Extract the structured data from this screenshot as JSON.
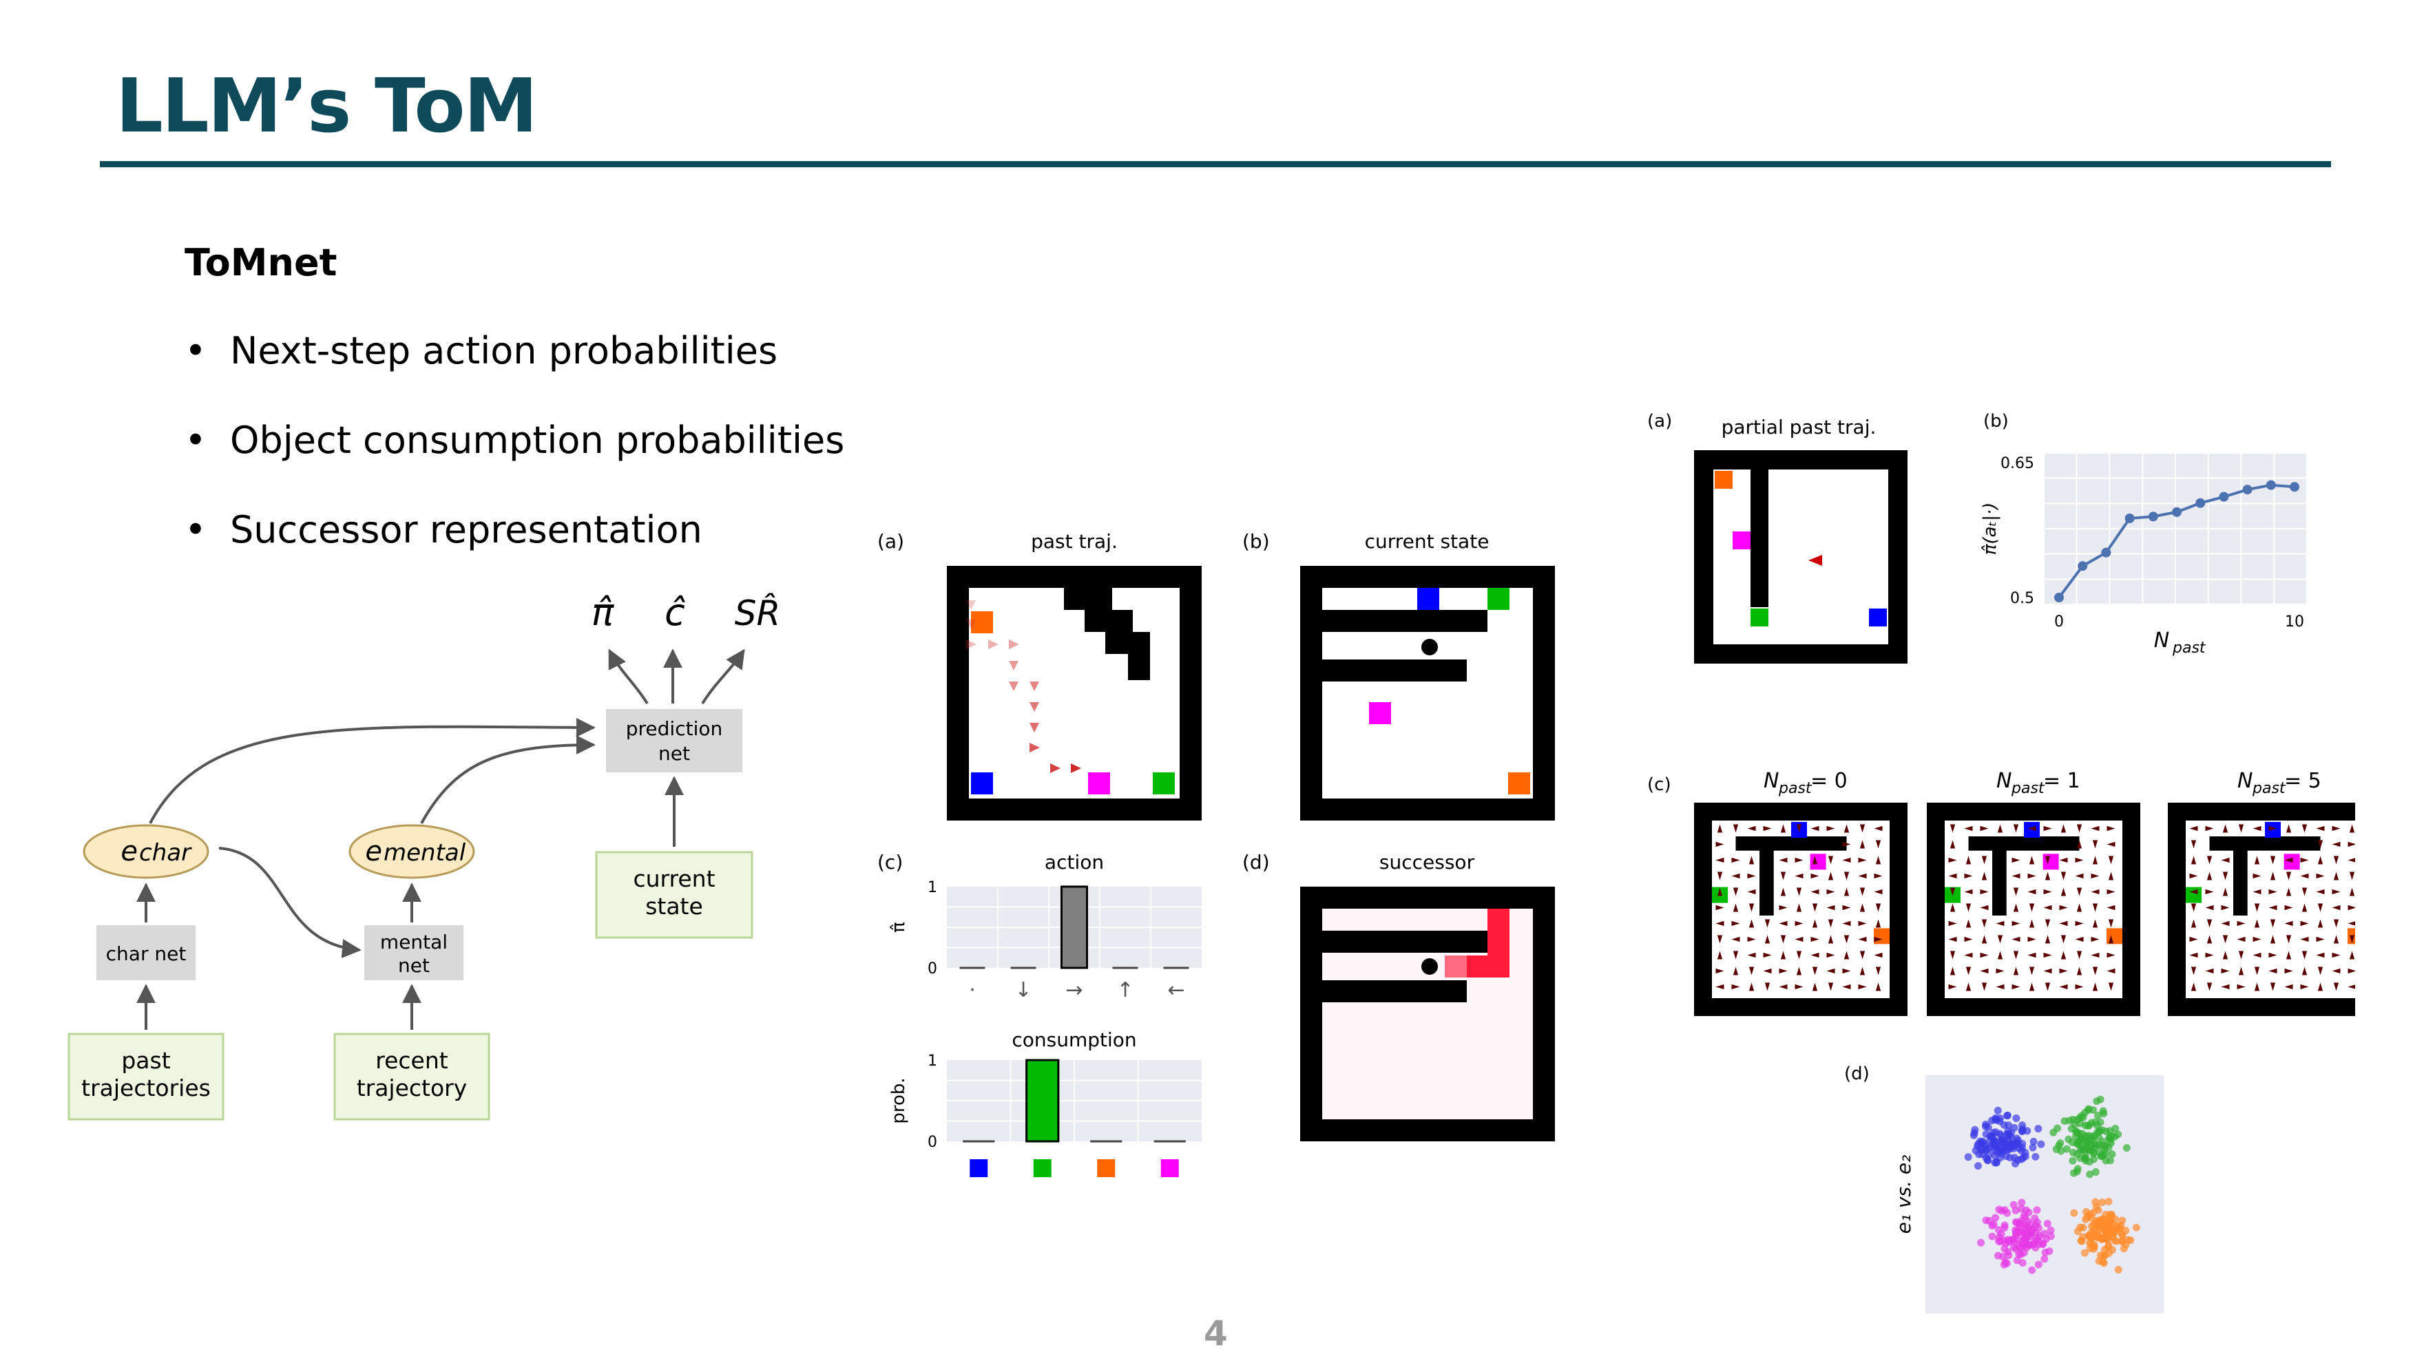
{
  "slide": {
    "title": "LLM’s ToM",
    "subtitle": "ToMnet",
    "bullets": [
      "Next-step action probabilities",
      "Object consumption probabilities",
      "Successor representation"
    ],
    "page_number": "4"
  },
  "diagram": {
    "outputs": [
      "π̂",
      "ĉ",
      "SR̂"
    ],
    "nodes": {
      "prediction_net": [
        "prediction",
        "net"
      ],
      "current_state": [
        "current",
        "state"
      ],
      "e_char": "e",
      "e_char_sub": "char",
      "e_mental": "e",
      "e_mental_sub": "mental",
      "char_net": "char net",
      "mental_net": [
        "mental",
        "net"
      ],
      "past_traj": [
        "past",
        "trajectories"
      ],
      "recent_traj": [
        "recent",
        "trajectory"
      ]
    }
  },
  "fig_middle": {
    "a_label": "(a)",
    "a_title": "past traj.",
    "b_label": "(b)",
    "b_title": "current state",
    "c_label": "(c)",
    "c_title_action": "action",
    "c_title_consumption": "consumption",
    "d_label": "(d)",
    "d_title": "successor",
    "action_ylabel": "π̂",
    "consumption_ylabel": "prob.",
    "y_ticks": [
      "1",
      "0"
    ],
    "action_ticks": [
      "·",
      "↓",
      "→",
      "↑",
      "←"
    ],
    "colors": {
      "blue": "#0000ff",
      "green": "#00bb00",
      "orange": "#ff6600",
      "magenta": "#ff00ff",
      "bar_gray": "#808080"
    }
  },
  "fig_right": {
    "a_label": "(a)",
    "a_title": "partial past traj.",
    "b_label": "(b)",
    "b_ylabel": "π̂(aₜ|·)",
    "b_xlabel_main": "N",
    "b_xlabel_sub": "past",
    "b_yticks": [
      "0.65",
      "0.5"
    ],
    "b_xticks": [
      "0",
      "10"
    ],
    "c_label": "(c)",
    "c_titles": [
      {
        "main": "N",
        "sub": "past",
        "rest": " = 0"
      },
      {
        "main": "N",
        "sub": "past",
        "rest": " = 1"
      },
      {
        "main": "N",
        "sub": "past",
        "rest": " = 5"
      }
    ],
    "d_label": "(d)",
    "d_ylabel": "e₁ vs. e₂"
  },
  "chart_data": [
    {
      "type": "bar",
      "title": "action",
      "categories": [
        "·",
        "↓",
        "→",
        "↑",
        "←"
      ],
      "values": [
        0,
        0,
        1,
        0,
        0
      ],
      "ylabel": "π̂",
      "ylim": [
        0,
        1
      ]
    },
    {
      "type": "bar",
      "title": "consumption",
      "categories": [
        "blue",
        "green",
        "orange",
        "magenta"
      ],
      "values": [
        0,
        1,
        0,
        0
      ],
      "ylabel": "prob.",
      "ylim": [
        0,
        1
      ]
    },
    {
      "type": "line",
      "x": [
        0,
        1,
        2,
        3,
        4,
        5,
        6,
        7,
        8,
        9,
        10
      ],
      "values": [
        0.5,
        0.535,
        0.55,
        0.588,
        0.59,
        0.595,
        0.605,
        0.612,
        0.62,
        0.625,
        0.623
      ],
      "xlabel": "N_past",
      "ylabel": "π̂(a_t|·)",
      "ylim": [
        0.5,
        0.65
      ],
      "xlim": [
        0,
        10
      ],
      "grid": true
    }
  ]
}
